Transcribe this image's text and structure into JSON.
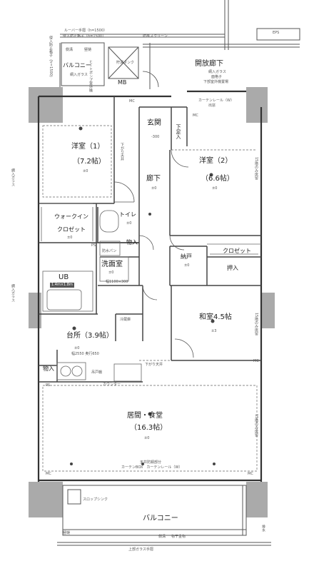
{
  "top": {
    "louver": "ルーバー手摺（h=1500）",
    "grating_rail": "侵入防止格子（h=1500）",
    "screen": "防風スクリーン",
    "eps": "EPS"
  },
  "upper_left": {
    "balcony": "バルコニー",
    "handrail": "側溝",
    "drain": "竪樋",
    "glass": "網入ガラス",
    "mb": "MB",
    "tank": "貯湯タンク",
    "heat": "ヒートポンプ室外機"
  },
  "corridor": {
    "title": "開放廊下",
    "note1": "網入ガラス",
    "note2": "面格子",
    "note3": "下部室外機置場",
    "curtain": "カーテンレール（W）",
    "dispose": "出窓"
  },
  "rooms": {
    "western1": {
      "name": "洋室（1）",
      "size": "（7.2帖）",
      "level": "±0"
    },
    "western2": {
      "name": "洋室（2）",
      "size": "（6.6帖）",
      "level": "±0"
    },
    "entrance": {
      "name": "玄関",
      "level": "-300"
    },
    "shoebox": "下足入",
    "hallway": {
      "name": "廊下",
      "level": "±0"
    },
    "walkin": {
      "name": "ウォークイン",
      "name2": "クロゼット",
      "level": "±0"
    },
    "toilet": {
      "name": "トイレ",
      "level": "±0"
    },
    "storage1": "物入",
    "washroom": {
      "name": "洗面室",
      "level": "±0",
      "dim": "幅1100×300"
    },
    "waterproof": "防水パン",
    "ub": {
      "name": "UB",
      "size": "1.4m×1.8m"
    },
    "nando": {
      "name": "納戸",
      "level": "±0"
    },
    "closet": "クロゼット",
    "oshiire": "押入",
    "japanese": {
      "name": "和室4.5帖",
      "level": "±3"
    },
    "fridge": "冷蔵庫",
    "kitchen": {
      "name": "台所（3.9帖）",
      "level": "±0",
      "dim": "幅2550 奥行650"
    },
    "storage2": "物入",
    "shelf": "吊戸棚",
    "counter": "カウンター",
    "living": {
      "name": "居間・食堂",
      "size": "（16.3帖）",
      "level": "±0"
    }
  },
  "marks": {
    "mc": "MC",
    "ps": "PS",
    "downwall": "下がり天井",
    "ceiling_note": "天井防錆部分",
    "curtain_box": "カーテンBOX　カーテンレール（W）",
    "floor_level": "15階のみ床留"
  },
  "bottom": {
    "slop": "スロップシンク",
    "balcony": "バルコニー",
    "gutter": "側溝",
    "hanger": "物干金物",
    "drain": "竪樋",
    "glass_rail": "上部ガラス手摺",
    "drain2": "排水"
  },
  "side": {
    "left1": "侵入防止格子（h＝1500）",
    "left2": "網入ガラス",
    "left3": "網入ガラス"
  }
}
